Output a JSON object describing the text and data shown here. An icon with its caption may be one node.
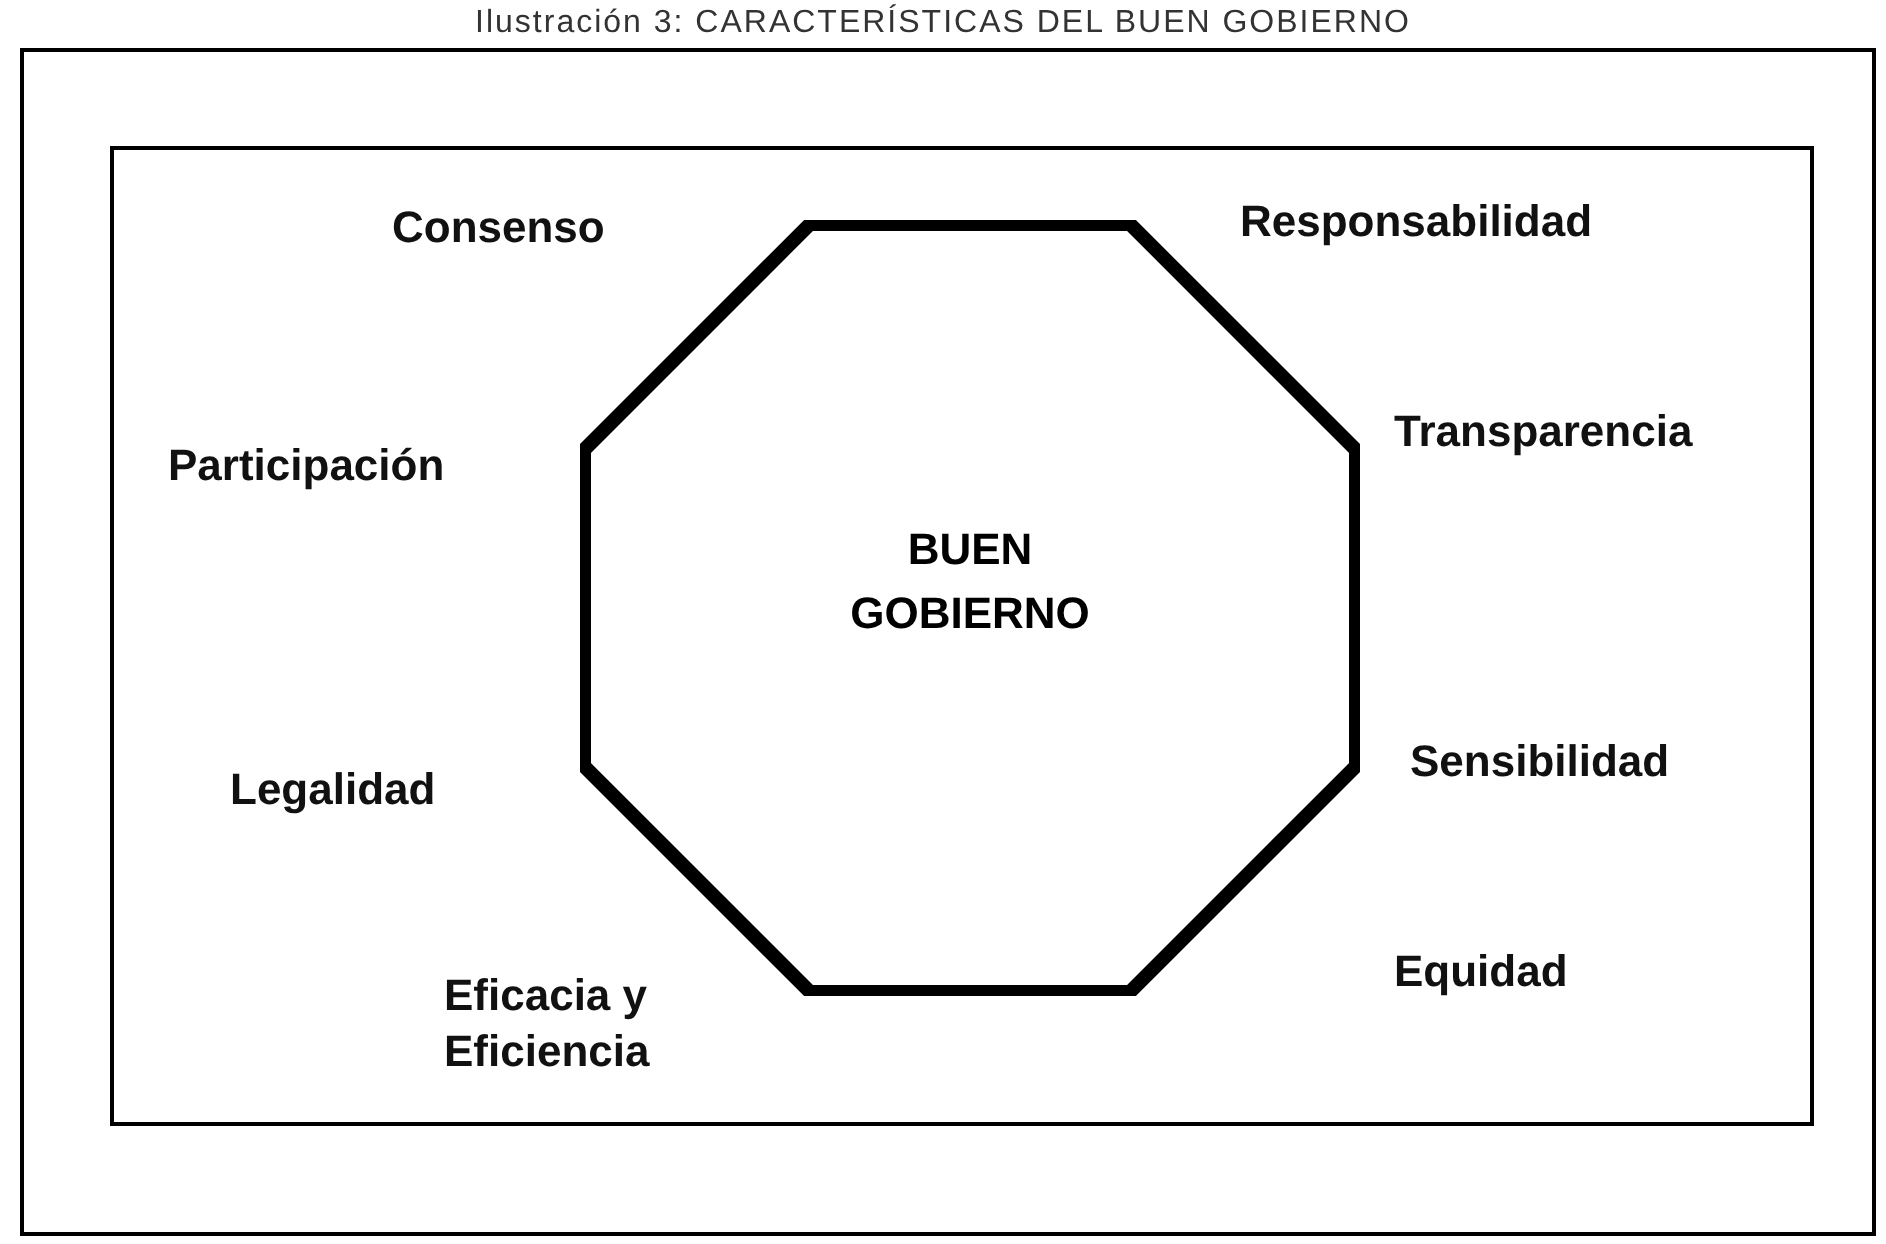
{
  "diagram": {
    "title": "Ilustración 3: CARACTERÍSTICAS DEL BUEN GOBIERNO",
    "nodes": [
      {
        "text": [
          "BUEN GOBIERNO"
        ]
      }
    ],
    "labels": [
      "Consenso",
      "Responsabilidad",
      "Participación",
      "Transparencia",
      "Legalidad",
      "Sensibilidad",
      "Equidad",
      "Eficacia y Eficiencia"
    ]
  }
}
